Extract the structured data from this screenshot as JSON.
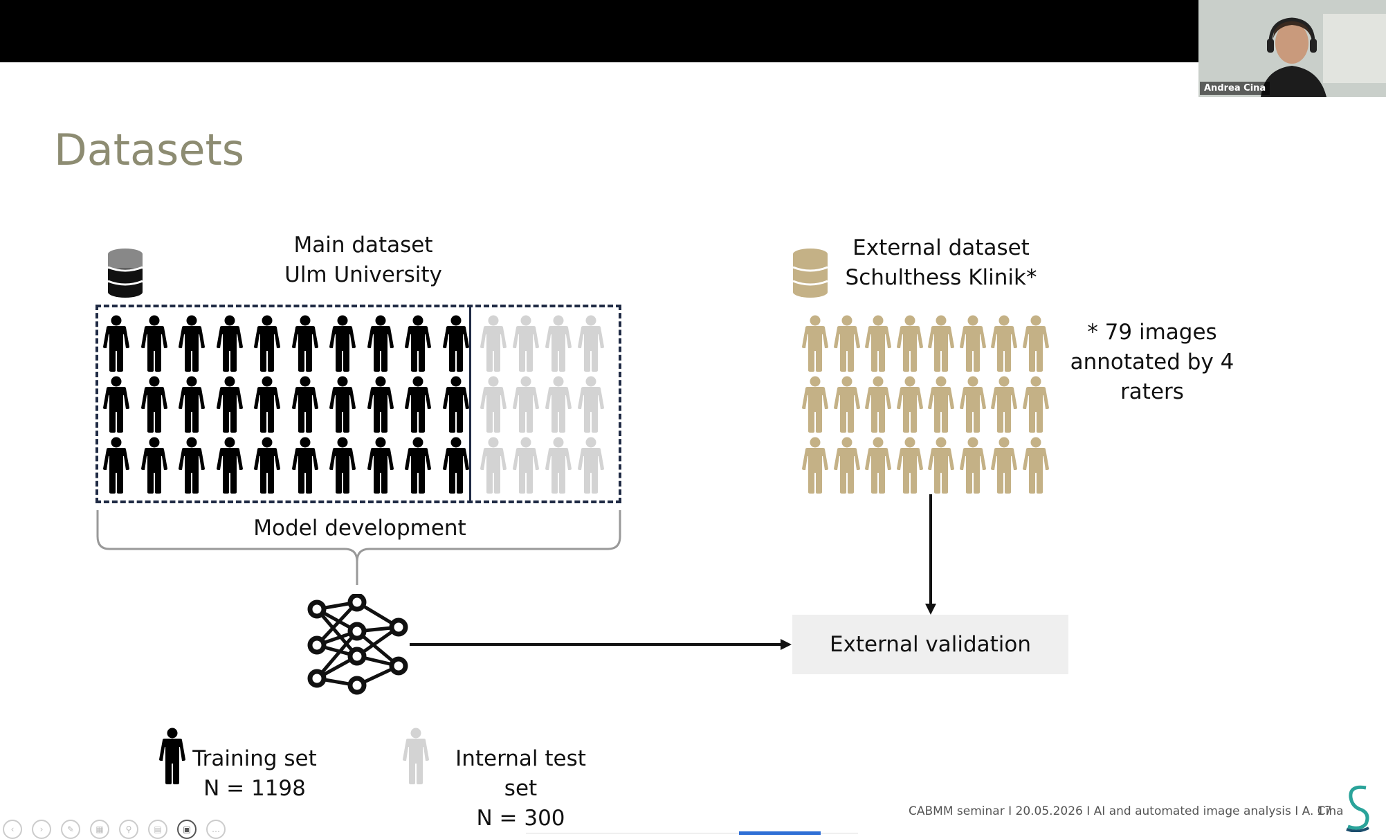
{
  "slide": {
    "title": "Datasets",
    "main_dataset": {
      "line1": "Main dataset",
      "line2": "Ulm University"
    },
    "external_dataset": {
      "line1": "External dataset",
      "line2": "Schulthess Klinik*"
    },
    "external_note": {
      "line1": "* 79 images",
      "line2": "annotated by 4",
      "line3": "raters"
    },
    "model_development_label": "Model development",
    "external_validation_label": "External validation",
    "legend": {
      "training": {
        "label": "Training set",
        "count": "N = 1198"
      },
      "internal_test": {
        "label": "Internal test set",
        "count": "N = 300"
      }
    },
    "footer": {
      "text": "CABMM seminar I 20.05.2026 I AI and automated image analysis I A. Cina",
      "page": "17"
    }
  },
  "video": {
    "participant_name": "Andrea Cina"
  },
  "colors": {
    "title": "#8d8c72",
    "training_person": "#000000",
    "test_person": "#d3d3d3",
    "external_person": "#c4b186",
    "box_border": "#1f2a44",
    "validation_bg": "#efefef"
  },
  "icons": [
    "database-icon",
    "person-icon",
    "neural-network-icon",
    "arrow-icon",
    "brace-icon"
  ]
}
